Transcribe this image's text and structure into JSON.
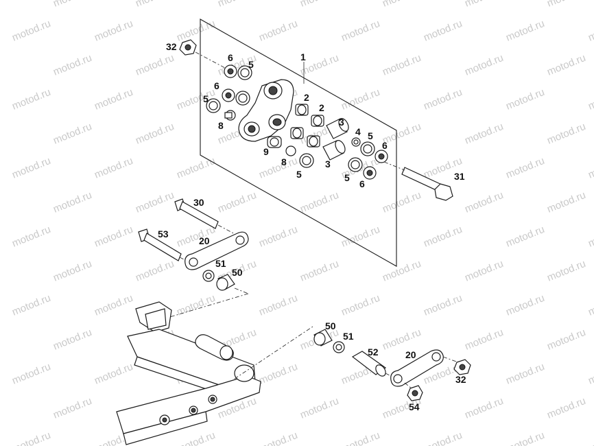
{
  "watermark": "motod.ru",
  "callouts": {
    "c1": "1",
    "c2a": "2",
    "c2b": "2",
    "c3a": "3",
    "c3b": "3",
    "c4": "4",
    "c5a": "5",
    "c5b": "5",
    "c5c": "5",
    "c5d": "5",
    "c5e": "5",
    "c6a": "6",
    "c6b": "6",
    "c6c": "6",
    "c6d": "6",
    "c8a": "8",
    "c8b": "8",
    "c9": "9",
    "c20a": "20",
    "c20b": "20",
    "c30": "30",
    "c31": "31",
    "c32a": "32",
    "c32b": "32",
    "c50a": "50",
    "c50b": "50",
    "c51a": "51",
    "c51b": "51",
    "c52": "52",
    "c53": "53",
    "c54": "54"
  }
}
